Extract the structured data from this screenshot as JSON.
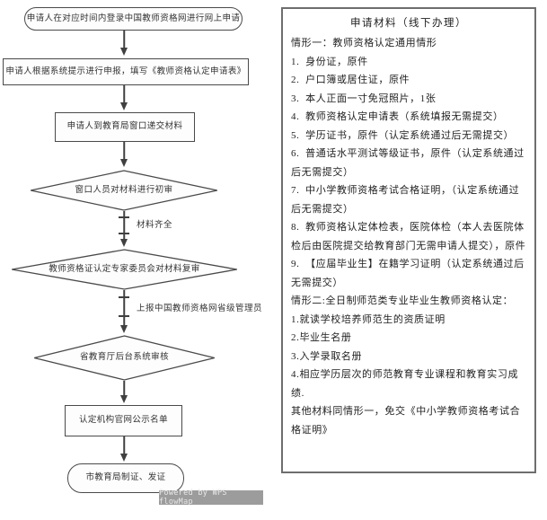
{
  "colors": {
    "line": "#404040",
    "node_border": "#4a4a4a",
    "text": "#333333",
    "panel_border": "#6e6e6e",
    "badge_bg": "#9c9c9c",
    "badge_text": "#e9e9e9"
  },
  "flowchart": {
    "nodes": [
      {
        "shape": "stadium",
        "label": "申请人在对应时间内登录中国教师资格网进行网上申请"
      },
      {
        "shape": "rect",
        "label": "申请人根据系统提示进行申报，填写《教师资格认定申请表》"
      },
      {
        "shape": "rect",
        "label": "申请人到教育局窗口递交材料"
      },
      {
        "shape": "diamond",
        "label": "窗口人员对材料进行初审"
      },
      {
        "shape": "diamond",
        "label": "教师资格证认定专家委员会对材料复审"
      },
      {
        "shape": "diamond",
        "label": "省教育厅后台系统审核"
      },
      {
        "shape": "rect",
        "label": "认定机构官网公示名单"
      },
      {
        "shape": "stadium",
        "label": "市教育局制证、发证"
      }
    ],
    "edge_labels": {
      "materials_complete": "材料齐全",
      "report_to_admin": "上报中国教师资格网省级管理员"
    },
    "watermark": "Powered by WPS flowMap"
  },
  "panel": {
    "title": "申请材料（线下办理）",
    "lines": [
      "情形一：教师资格认定通用情形",
      "1.  身份证，原件",
      "2.  户口簿或居住证，原件",
      "3.  本人正面一寸免冠照片，1张",
      "4.  教师资格认定申请表（系统填报无需提交）",
      "5.  学历证书，原件（认定系统通过后无需提交）",
      "6.  普通话水平测试等级证书，原件（认定系统通过后无需提交）",
      "7.  中小学教师资格考试合格证明，（认定系统通过后无需提交）",
      "8.  教师资格认定体检表，医院体检（本人去医院体检后由医院提交给教育部门无需申请人提交），原件",
      "9.  【应届毕业生】在籍学习证明（认定系统通过后无需提交）",
      "情形二:全日制师范类专业毕业生教师资格认定：",
      "1.就读学校培养师范生的资质证明",
      "2.毕业生名册",
      "3.入学录取名册",
      "4.相应学历层次的师范教育专业课程和教育实习成绩.",
      "其他材料同情形一，免交《中小学教师资格考试合格证明》"
    ]
  }
}
